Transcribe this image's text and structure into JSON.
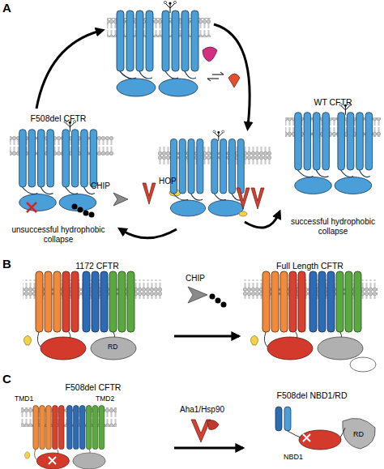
{
  "diagram": {
    "nodes": [
      {
        "text": [
          "F508del CFTR",
          "unsuccessful hydrophobic collapse"
        ]
      },
      {
        "text": [
          "WT CFTR",
          "successful hydrophobic collapse"
        ]
      },
      {
        "text": [
          "1172 CFTR"
        ]
      },
      {
        "text": [
          "Full Length CFTR"
        ]
      },
      {
        "text": [
          "F508del CFTR"
        ]
      },
      {
        "text": [
          "F508del NBD1/RD"
        ]
      }
    ],
    "edges": [
      {
        "from": 2,
        "to": 3,
        "arrow": "to"
      },
      {
        "from": 4,
        "to": 5,
        "arrow": "to"
      }
    ],
    "labels": [
      "A",
      "CHIP",
      "HOP",
      "B",
      "CHIP",
      "RD",
      "C",
      "TMD1",
      "TMD2",
      "Aha1/Hsp90",
      "RD",
      "NBD1"
    ]
  }
}
